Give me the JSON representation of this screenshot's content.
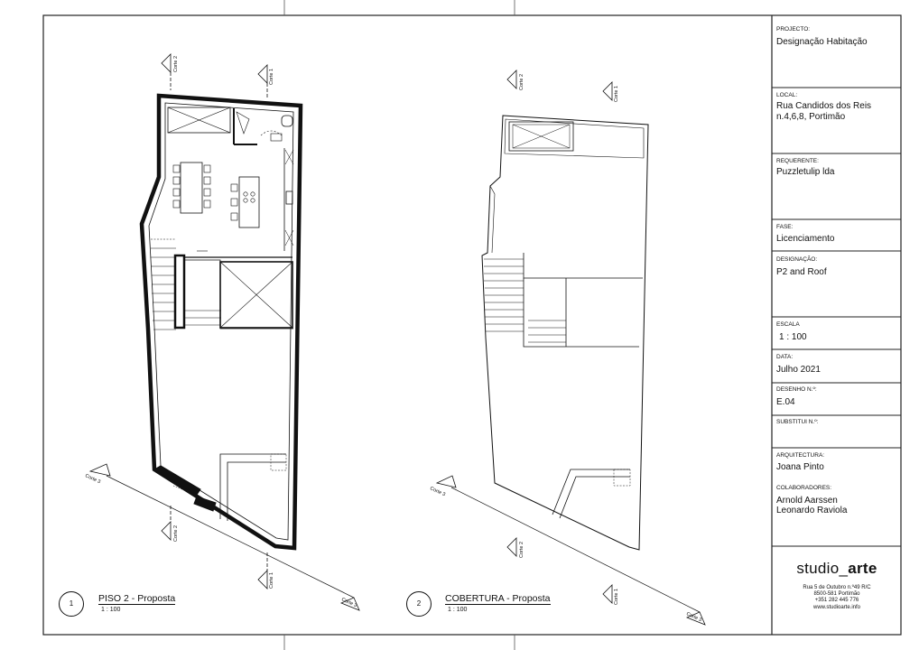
{
  "titleblock": {
    "projecto": {
      "label": "PROJECTO:",
      "value": "Designação Habitação"
    },
    "local": {
      "label": "LOCAL:",
      "value_line1": "Rua Candidos dos Reis",
      "value_line2": "n.4,6,8, Portimão"
    },
    "requerente": {
      "label": "REQUERENTE:",
      "value": "Puzzletulip lda"
    },
    "fase": {
      "label": "FASE:",
      "value": "Licenciamento"
    },
    "designacao": {
      "label": "DESIGNAÇÃO:",
      "value": "P2 and Roof"
    },
    "escala": {
      "label": "ESCALA",
      "value": "1 : 100"
    },
    "data": {
      "label": "DATA:",
      "value": "Julho 2021"
    },
    "desenho": {
      "label": "DESENHO N.º:",
      "value": "E.04"
    },
    "substitui": {
      "label": "SUBSTITUI N.º:",
      "value": ""
    },
    "arquitectura": {
      "label": "ARQUITECTURA:",
      "value": "Joana Pinto"
    },
    "colaboradores": {
      "label": "COLABORADORES:",
      "value_line1": "Arnold Aarssen",
      "value_line2": "Leonardo Raviola"
    },
    "logo_light": "studio_",
    "logo_bold": "arte",
    "address": [
      "Rua 5 de Outubro n.º49 R/C",
      "8500-581 Portimão",
      "+351 282 445 776",
      "www.studioarte.info"
    ]
  },
  "views": [
    {
      "number": "1",
      "title_bold": "PISO 2",
      "title_rest": " - Proposta",
      "scale": "1 : 100"
    },
    {
      "number": "2",
      "title_bold": "COBERTURA",
      "title_rest": " - Proposta",
      "scale": "1 : 100"
    }
  ],
  "section_markers": {
    "corte1": "Corte 1",
    "corte2": "Corte 2",
    "corte3": "Corte 3"
  }
}
